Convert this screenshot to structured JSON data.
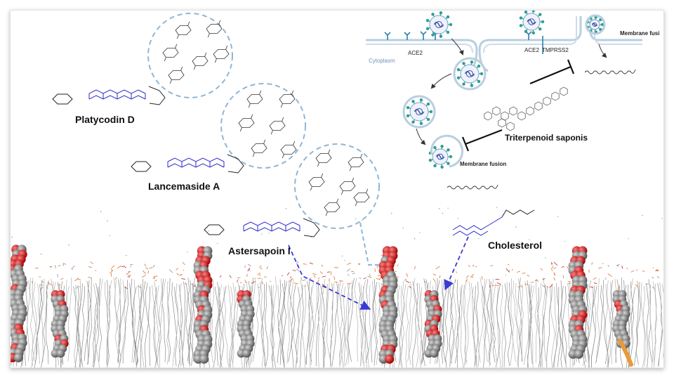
{
  "compounds": {
    "platycodin": "Platycodin D",
    "lancemaside": "Lancemaside A",
    "astersapoin": "Astersapoin I",
    "cholesterol": "Cholesterol"
  },
  "pathway": {
    "cytoplasm": "Cytoplasm",
    "ace2_left": "ACE2",
    "ace2_right": "ACE2",
    "tmprss2": "TMPRSS2",
    "membrane_fusion_top": "Membrane fusi",
    "membrane_fusion_bottom": "Membrane fusion",
    "triterpenoid": "Triterpenoid saponis"
  },
  "colors": {
    "dashed_circle": "#8fb6d6",
    "aglycone_blue": "#2b2bc8",
    "membrane_line": "#b9cfe0",
    "virus_teal": "#2e9e93",
    "virus_core": "#3b4fa8",
    "lipid_gray": "#9a9a9a",
    "lipid_red": "#d81010",
    "lipid_orange": "#e07a2a",
    "arrow_blue": "#3a3ad6"
  }
}
